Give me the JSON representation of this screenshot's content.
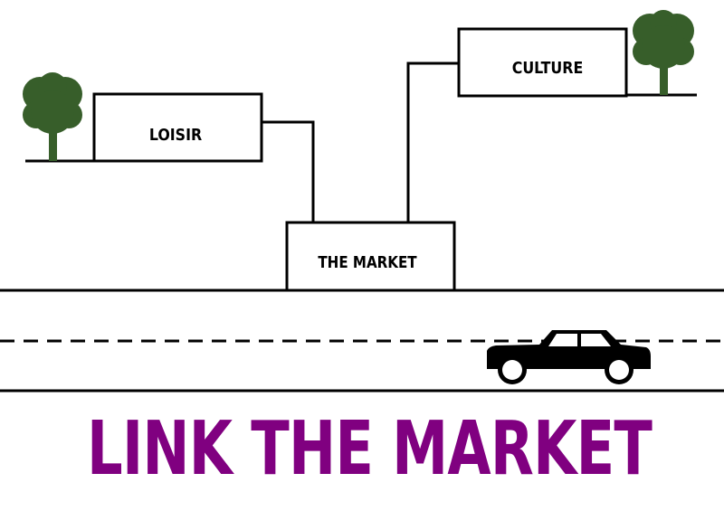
{
  "boxes": {
    "loisir": "LOISIR",
    "culture": "CULTURE",
    "market": "THE MARKET"
  },
  "headline": "LINK THE MARKET",
  "colors": {
    "headline": "#800080",
    "tree": "#375e2a",
    "ink": "#000000"
  },
  "icons": [
    "tree-icon",
    "car-icon"
  ]
}
